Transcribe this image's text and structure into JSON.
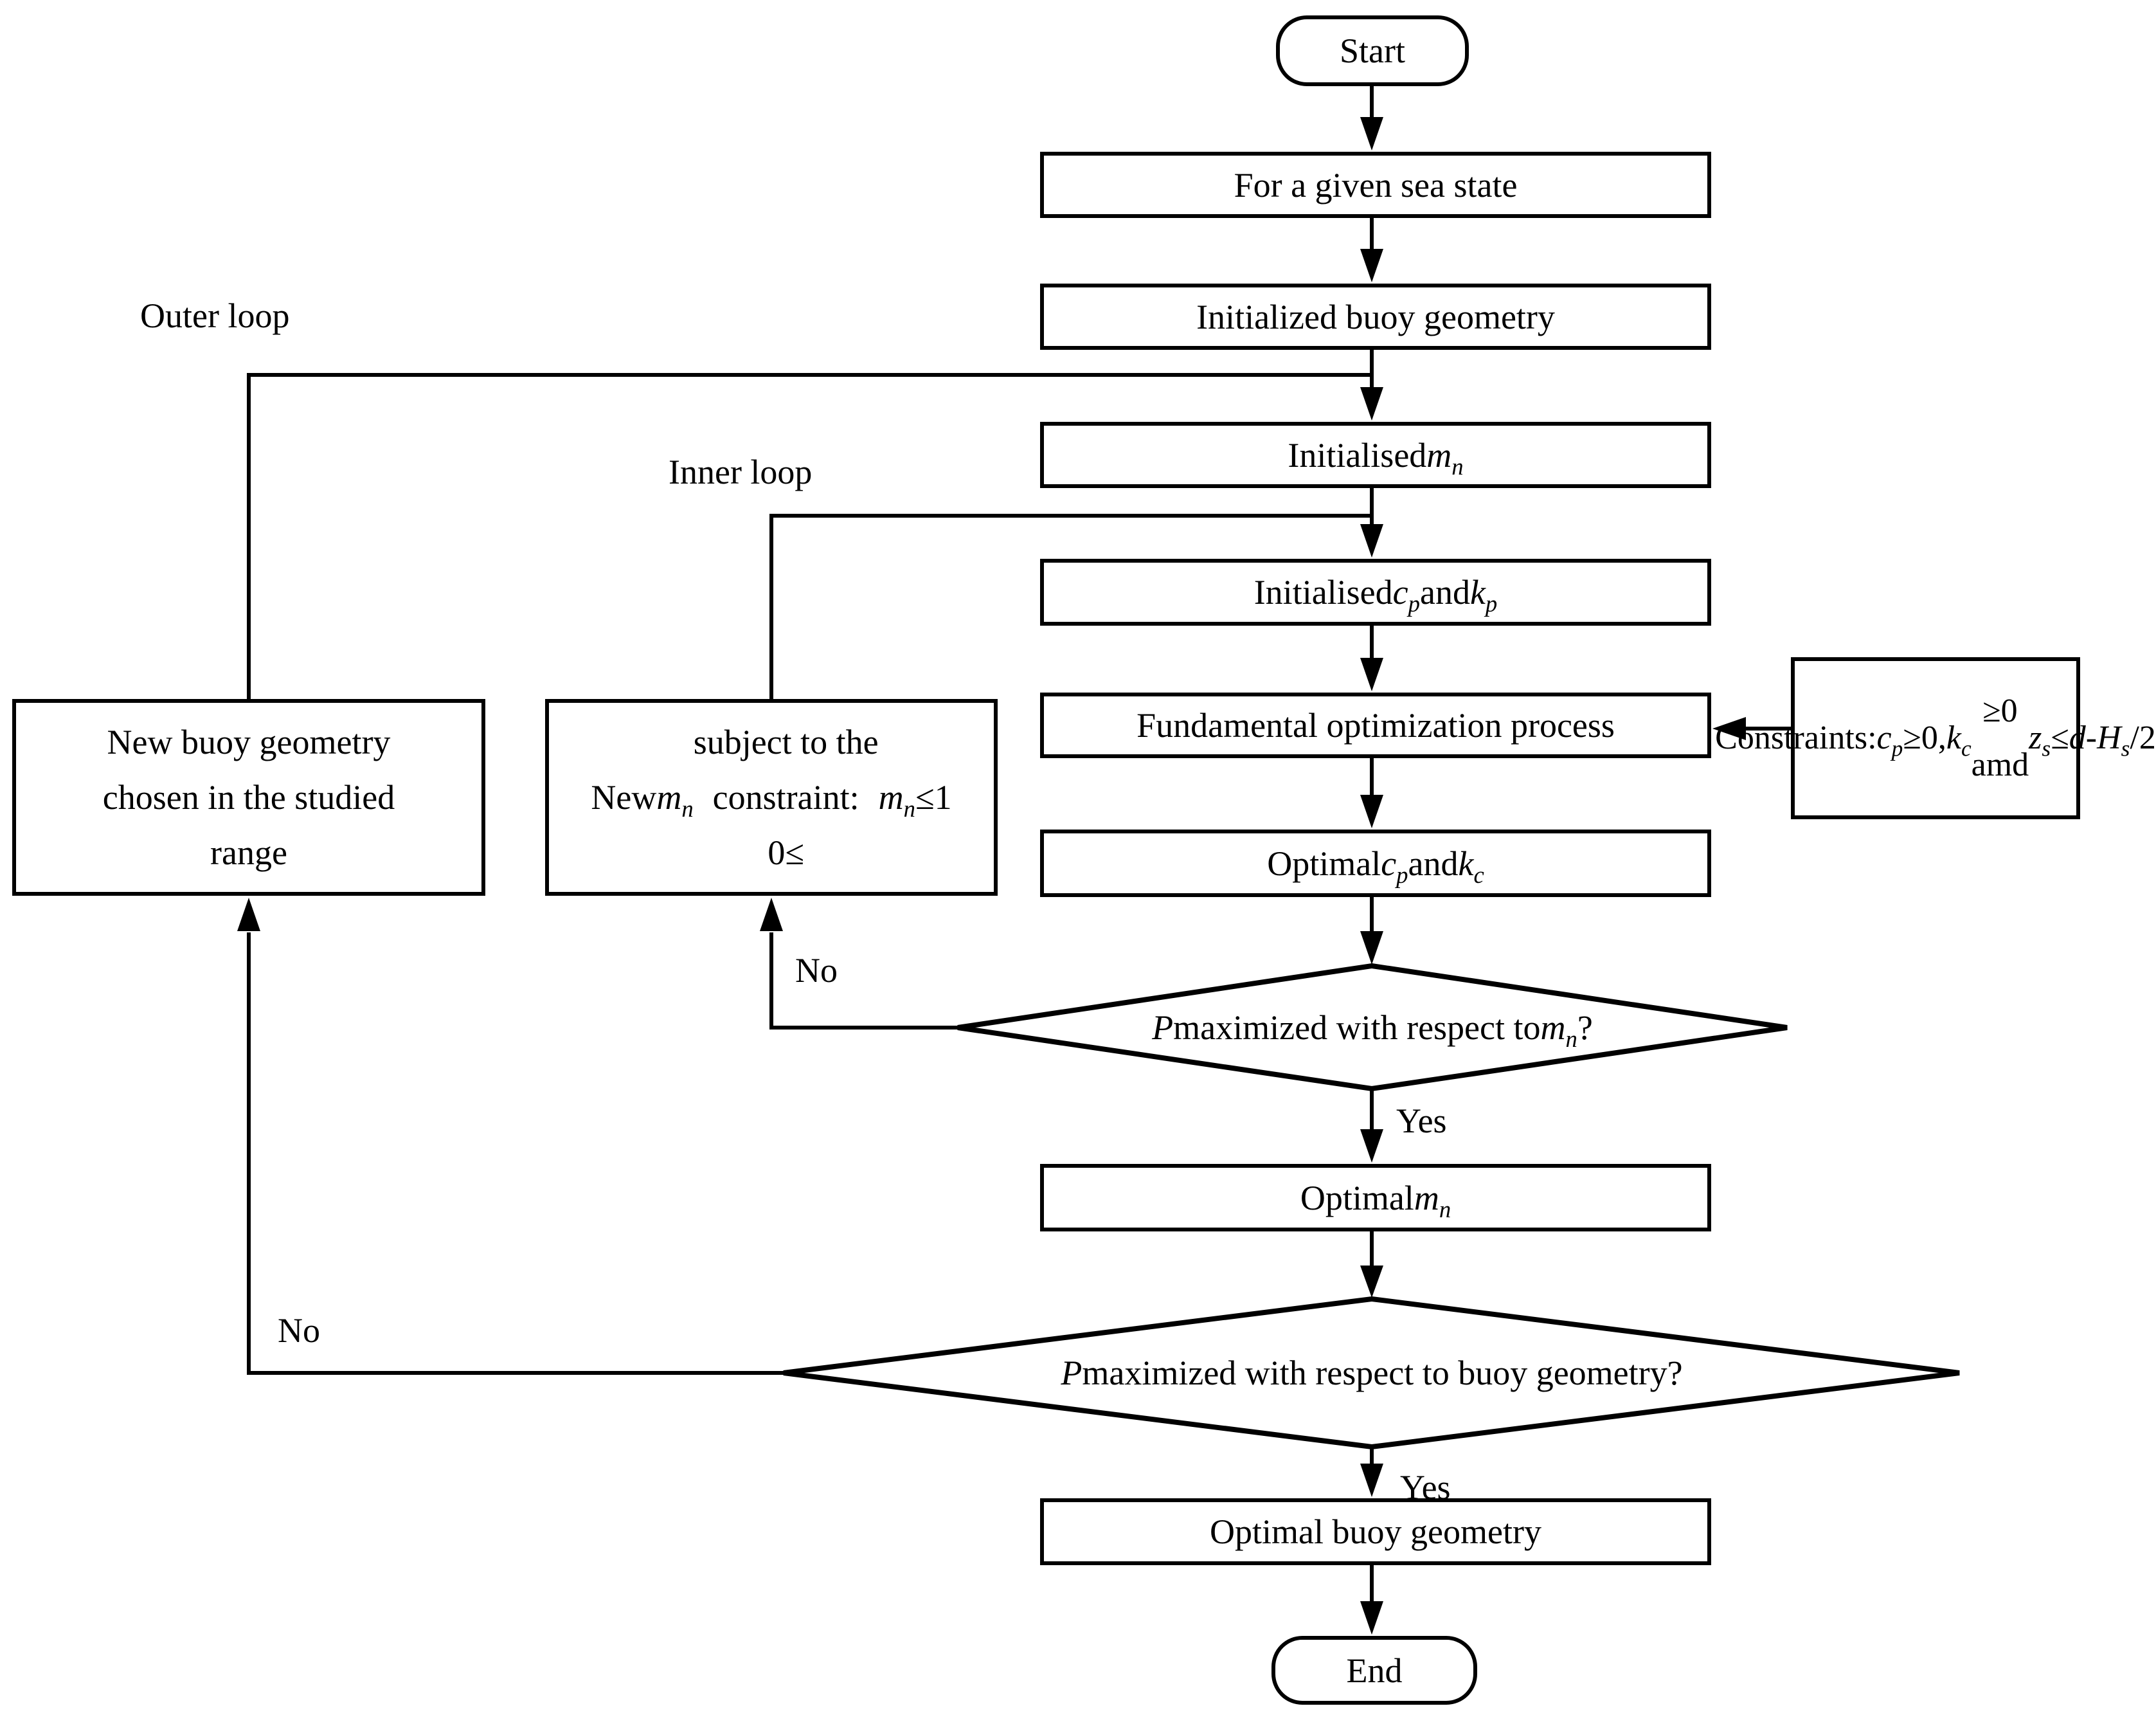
{
  "diagram": {
    "nodes": {
      "start": "Start",
      "sea_state": "For a given sea state",
      "init_buoy_geometry": "Initialized buoy geometry",
      "init_mn": "Initialised <i>m<sub>n</sub></i>",
      "init_cp_kp": "Initialised <i>c<sub>p</sub></i> and <i>k<sub>p</sub></i>",
      "fundamental_process": "Fundamental optimization process",
      "optimal_cp_kc": "Optimal <i>c<sub>p</sub></i> and <i>k<sub>c</sub></i>",
      "decision_mn": "<i>P</i> maximized with respect to <i>m<sub>n</sub></i>?",
      "optimal_mn": "Optimal <i>m<sub>n</sub></i>",
      "decision_geometry": "<i>P</i> maximized with respect to buoy geometry?",
      "optimal_buoy_geometry": "Optimal buoy geometry",
      "end": "End",
      "new_buoy_geometry": "New buoy geometry<br>chosen in the studied<br>range",
      "new_mn": "New <i>m<sub>n</sub></i> subject to the<br>constraint:<br>0&le;<i>m<sub>n</sub></i>&le;1",
      "constraints": "Constraints:<br><i>c<sub>p</sub></i>&ge;0, <i>k<sub>c</sub></i>&ge;0<br>amd <i>z<sub>s</sub></i>&le;<i>d</i>-<i>H<sub>s</sub></i>/2"
    },
    "edge_labels": {
      "outer_loop": "Outer loop",
      "inner_loop": "Inner loop",
      "yes_mn": "Yes",
      "no_mn": "No",
      "yes_geometry": "Yes",
      "no_geometry": "No"
    },
    "colors": {
      "line": "#000000",
      "background": "#ffffff"
    }
  }
}
